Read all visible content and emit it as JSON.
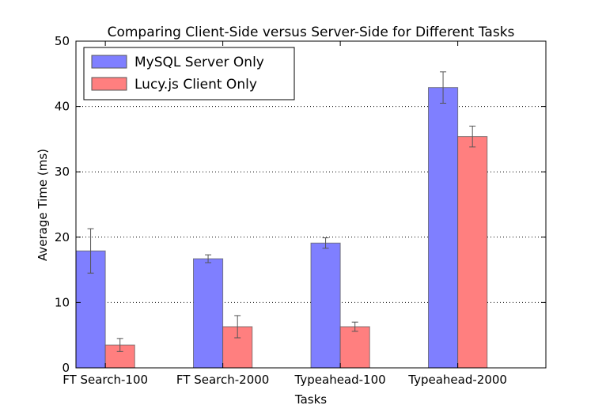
{
  "chart_data": {
    "type": "bar",
    "title": "Comparing Client-Side versus Server-Side for Different Tasks",
    "xlabel": "Tasks",
    "ylabel": "Average Time (ms)",
    "ylim": [
      0,
      50
    ],
    "yticks": [
      0,
      10,
      20,
      30,
      40,
      50
    ],
    "grid": "horizontal dotted",
    "legend_position": "top-left",
    "categories": [
      "FT Search-100",
      "FT Search-2000",
      "Typeahead-100",
      "Typeahead-2000"
    ],
    "series": [
      {
        "name": "MySQL Server Only",
        "color": "#7f7fff",
        "values": [
          17.9,
          16.7,
          19.1,
          42.9
        ],
        "errors": [
          3.4,
          0.6,
          0.8,
          2.4
        ]
      },
      {
        "name": "Lucy.js Client Only",
        "color": "#ff7f7f",
        "values": [
          3.5,
          6.3,
          6.3,
          35.4
        ],
        "errors": [
          1.0,
          1.7,
          0.7,
          1.6
        ]
      }
    ]
  }
}
